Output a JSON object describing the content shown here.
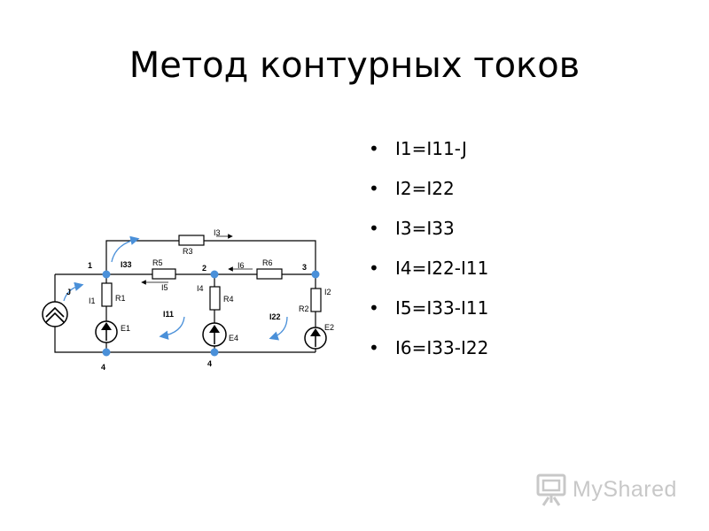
{
  "slide": {
    "title": "Метод контурных токов",
    "equations": [
      "I1=I11-J",
      "I2=I22",
      "I3=I33",
      "I4=I22-I11",
      "I5=I33-I11",
      "I6=I33-I22"
    ]
  },
  "circuit": {
    "nodes": {
      "n1": "1",
      "n2": "2",
      "n3": "3",
      "n4_left": "4",
      "n4_mid": "4"
    },
    "resistors": {
      "r1": "R1",
      "r2": "R2",
      "r3": "R3",
      "r4": "R4",
      "r5": "R5",
      "r6": "R6"
    },
    "sources": {
      "e1": "E1",
      "e2": "E2",
      "e4": "E4",
      "j": "J"
    },
    "branch_currents": {
      "i1": "I1",
      "i2": "I2",
      "i3": "I3",
      "i4": "I4",
      "i5": "I5",
      "i6": "I6"
    },
    "loop_currents": {
      "i11": "I11",
      "i22": "I22",
      "i33": "I33"
    }
  },
  "logo": {
    "text": "MyShared",
    "icon": "presentation-board-icon"
  },
  "colors": {
    "node": "#4a90d9",
    "loop_arrow": "#4a90d9",
    "wire": "#000000",
    "logo": "#c8c8c8"
  }
}
